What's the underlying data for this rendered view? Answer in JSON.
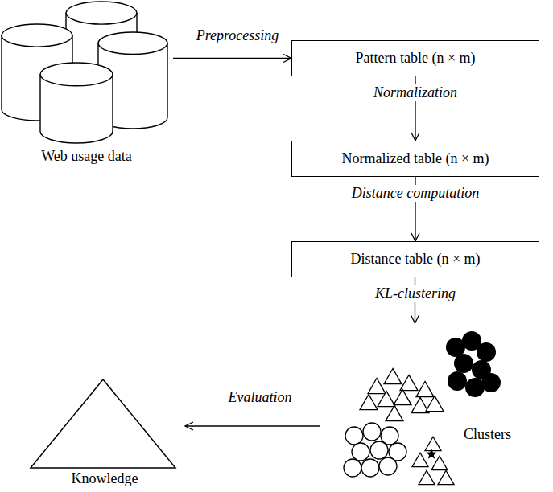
{
  "diagram": {
    "nodes": [
      {
        "text": [
          "Web usage data"
        ]
      },
      {
        "text": [
          "Pattern table (n × m)"
        ]
      },
      {
        "text": [
          "Normalized table (n × m)"
        ]
      },
      {
        "text": [
          "Distance table (n × m)"
        ]
      },
      {
        "text": [
          "Clusters"
        ]
      },
      {
        "text": [
          "Knowledge"
        ]
      }
    ],
    "edges": [
      {
        "from": 0,
        "to": 1,
        "arrow": "to",
        "label": "Preprocessing"
      },
      {
        "from": 1,
        "to": 2,
        "arrow": "to",
        "label": "Normalization"
      },
      {
        "from": 2,
        "to": 3,
        "arrow": "to",
        "label": "Distance computation"
      },
      {
        "from": 3,
        "to": 4,
        "arrow": "to",
        "label": "KL-clustering"
      },
      {
        "from": 4,
        "to": 5,
        "arrow": "to",
        "label": "Evaluation"
      }
    ]
  }
}
